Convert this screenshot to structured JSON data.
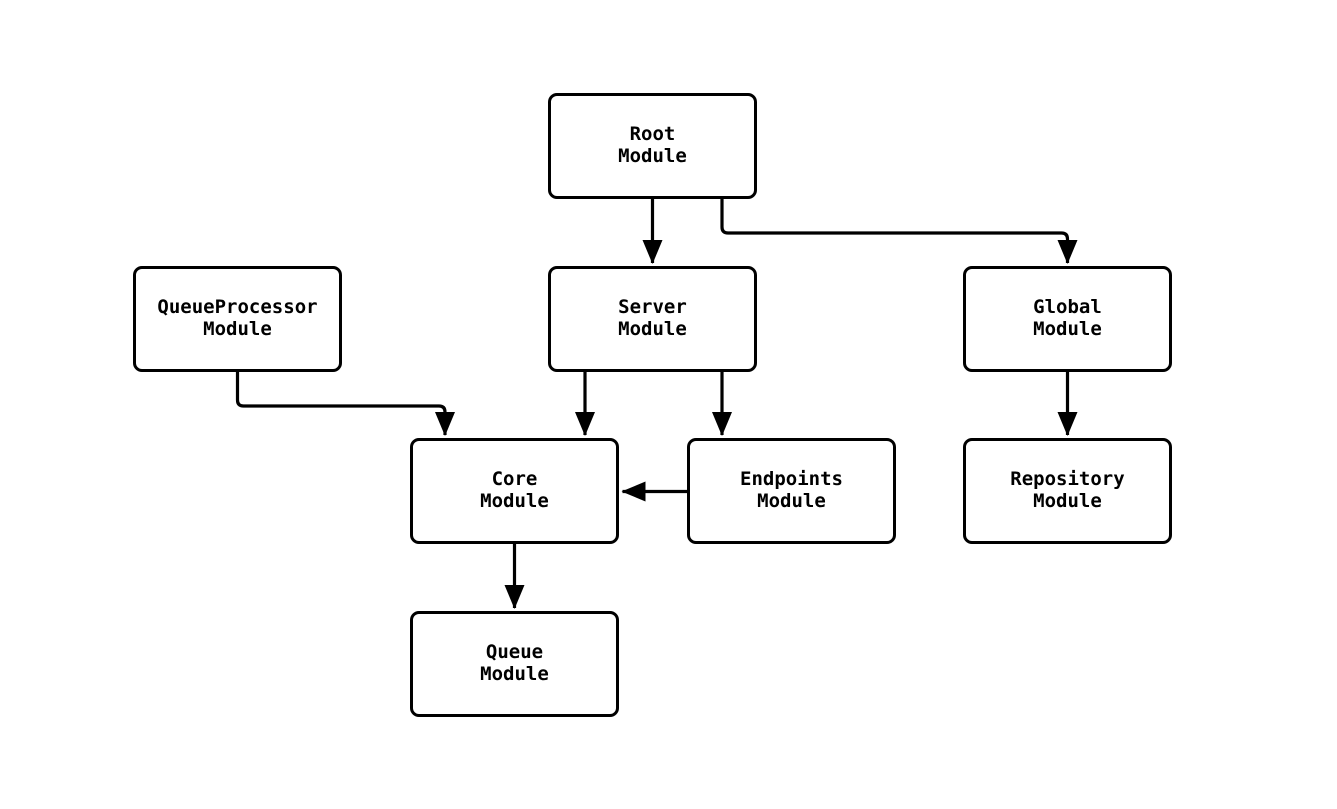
{
  "diagram": {
    "background_color": "#ffffff",
    "line_color": "#000000",
    "nodes": [
      {
        "id": "root",
        "label": "Root\nModule"
      },
      {
        "id": "queueprocessor",
        "label": "QueueProcessor\nModule"
      },
      {
        "id": "server",
        "label": "Server\nModule"
      },
      {
        "id": "global",
        "label": "Global\nModule"
      },
      {
        "id": "core",
        "label": "Core\nModule"
      },
      {
        "id": "endpoints",
        "label": "Endpoints\nModule"
      },
      {
        "id": "repository",
        "label": "Repository\nModule"
      },
      {
        "id": "queue",
        "label": "Queue\nModule"
      }
    ],
    "edges": [
      {
        "from": "root",
        "to": "server"
      },
      {
        "from": "root",
        "to": "global"
      },
      {
        "from": "queueprocessor",
        "to": "core"
      },
      {
        "from": "server",
        "to": "core"
      },
      {
        "from": "server",
        "to": "endpoints"
      },
      {
        "from": "endpoints",
        "to": "core"
      },
      {
        "from": "global",
        "to": "repository"
      },
      {
        "from": "core",
        "to": "queue"
      }
    ]
  }
}
